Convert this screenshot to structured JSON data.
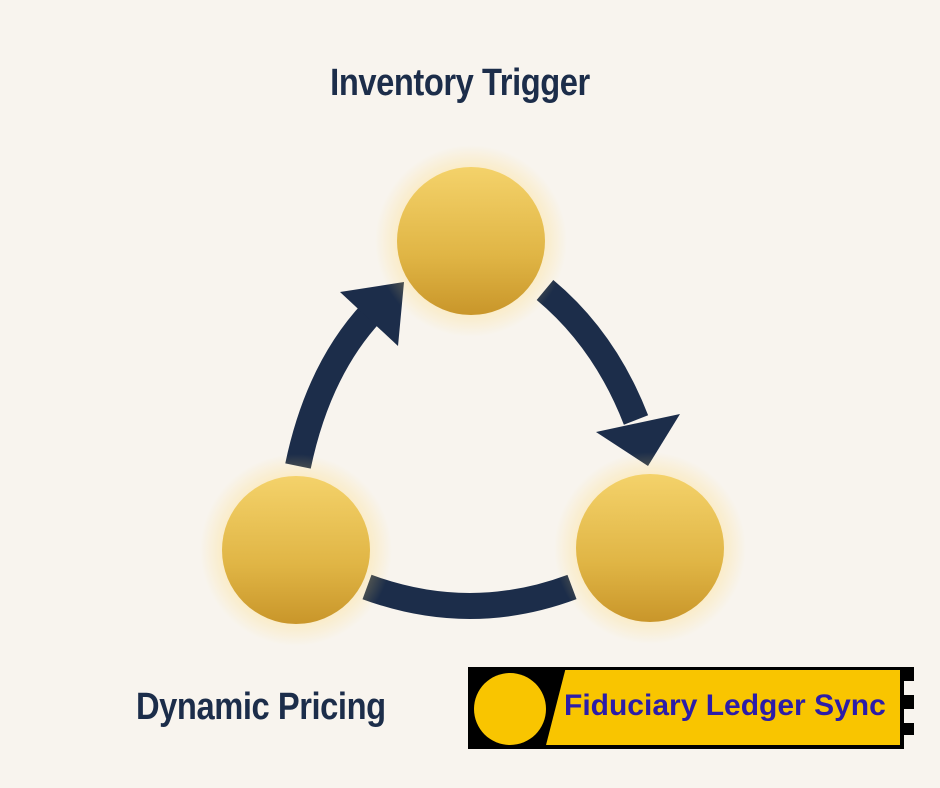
{
  "diagram": {
    "nodes": [
      {
        "id": "top",
        "label": "Inventory Trigger"
      },
      {
        "id": "left",
        "label": "Dynamic Pricing"
      },
      {
        "id": "right",
        "label": ""
      }
    ],
    "edges": [
      {
        "from": "top",
        "to": "right"
      },
      {
        "from": "right",
        "to": "left"
      },
      {
        "from": "left",
        "to": "top"
      }
    ],
    "colors": {
      "background": "#f8f4ee",
      "node_fill_top": "#f4d26a",
      "node_fill_bottom": "#c9962a",
      "glow": "#ffd86b",
      "arrow": "#1c2d4a",
      "label_text": "#1c2d4a"
    }
  },
  "legend": {
    "label": "Fiduciary Ledger Sync",
    "bg_color": "#f9c500",
    "text_color": "#2c1da8",
    "frame_color": "#000000"
  }
}
